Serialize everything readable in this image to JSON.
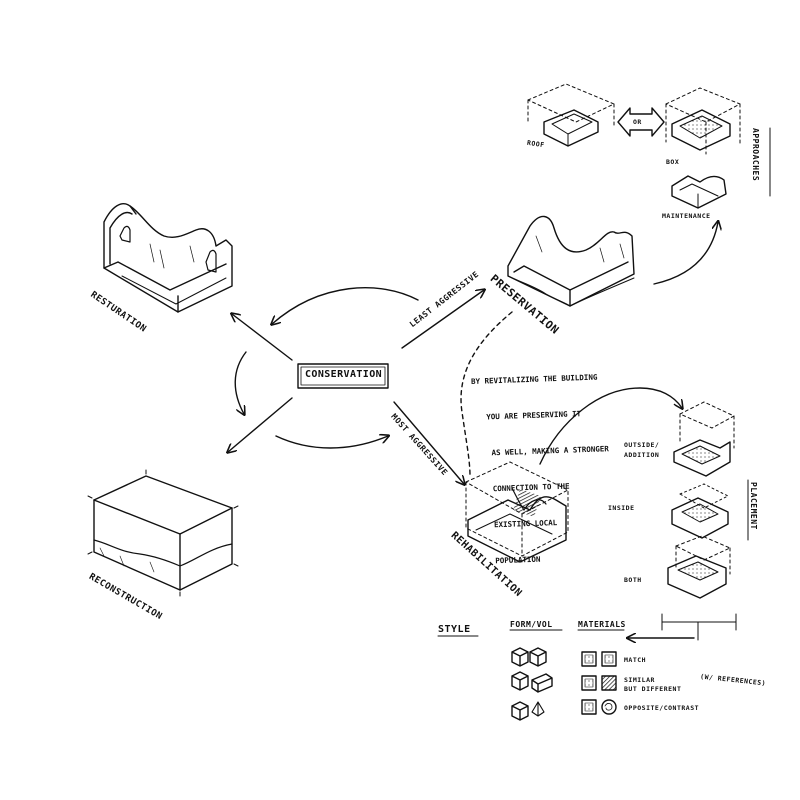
{
  "center": {
    "label": "CONSERVATION"
  },
  "branches": {
    "restoration": "RESTURATION",
    "reconstruction": "RECONSTRUCTION",
    "preservation": "PRESERVATION",
    "rehabilitation": "REHABILITATION"
  },
  "arrow_labels": {
    "least_aggressive": "LEAST AGGRESSIVE",
    "most_aggressive": "MOST AGGRESSIVE"
  },
  "approaches": {
    "title": "APPROACHES",
    "roof": "ROOF",
    "or": "OR",
    "box": "BOX",
    "maintenance": "MAINTENANCE"
  },
  "note": {
    "lines": [
      "BY REVITALIZING THE BUILDING",
      "YOU ARE PRESERVING IT",
      "AS WELL, MAKING A STRONGER",
      "CONNECTION TO THE",
      "EXISTING LOCAL",
      "POPULATION"
    ]
  },
  "placement": {
    "title": "PLACEMENT",
    "outside": "OUTSIDE/\nADDITION",
    "inside": "INSIDE",
    "both": "BOTH"
  },
  "style_table": {
    "title": "STYLE",
    "col_form": "FORM/VOL",
    "col_materials": "MATERIALS",
    "rows": [
      {
        "label": "MATCH"
      },
      {
        "label": "SIMILAR\nBUT DIFFERENT",
        "extra": "(W/ REFERENCES)"
      },
      {
        "label": "OPPOSITE/CONTRAST"
      }
    ]
  }
}
